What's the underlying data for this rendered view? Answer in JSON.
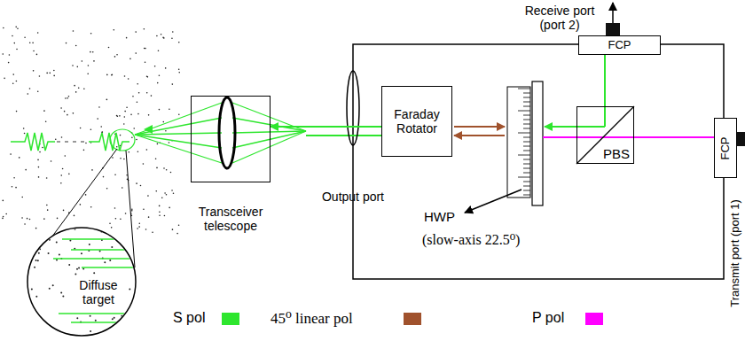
{
  "diagram": {
    "nodes": [
      {
        "text": [
          "Diffuse target"
        ]
      },
      {
        "text": [
          "Transceiver telescope"
        ]
      },
      {
        "text": [
          "Faraday Rotator"
        ]
      },
      {
        "text": [
          "PBS"
        ]
      },
      {
        "text": [
          "FCP"
        ]
      },
      {
        "text": [
          "FCP"
        ]
      }
    ],
    "edges": [
      {
        "from": 2,
        "to": 1,
        "arrow": "to"
      },
      {
        "from": 3,
        "to": 4,
        "arrow": "none"
      },
      {
        "from": 5,
        "to": 3,
        "arrow": "none"
      }
    ],
    "labels": [
      "Receive port (port 2)",
      "Output port",
      "HWP",
      "(slow-axis 22.5⁰)",
      "Transmit port (port 1)"
    ],
    "legend": [
      {
        "text": "S pol",
        "color": "#2ee62e"
      },
      {
        "text": "45⁰ linear pol",
        "color": "#a0522d"
      },
      {
        "text": "P pol",
        "color": "#ff00ff"
      }
    ]
  }
}
